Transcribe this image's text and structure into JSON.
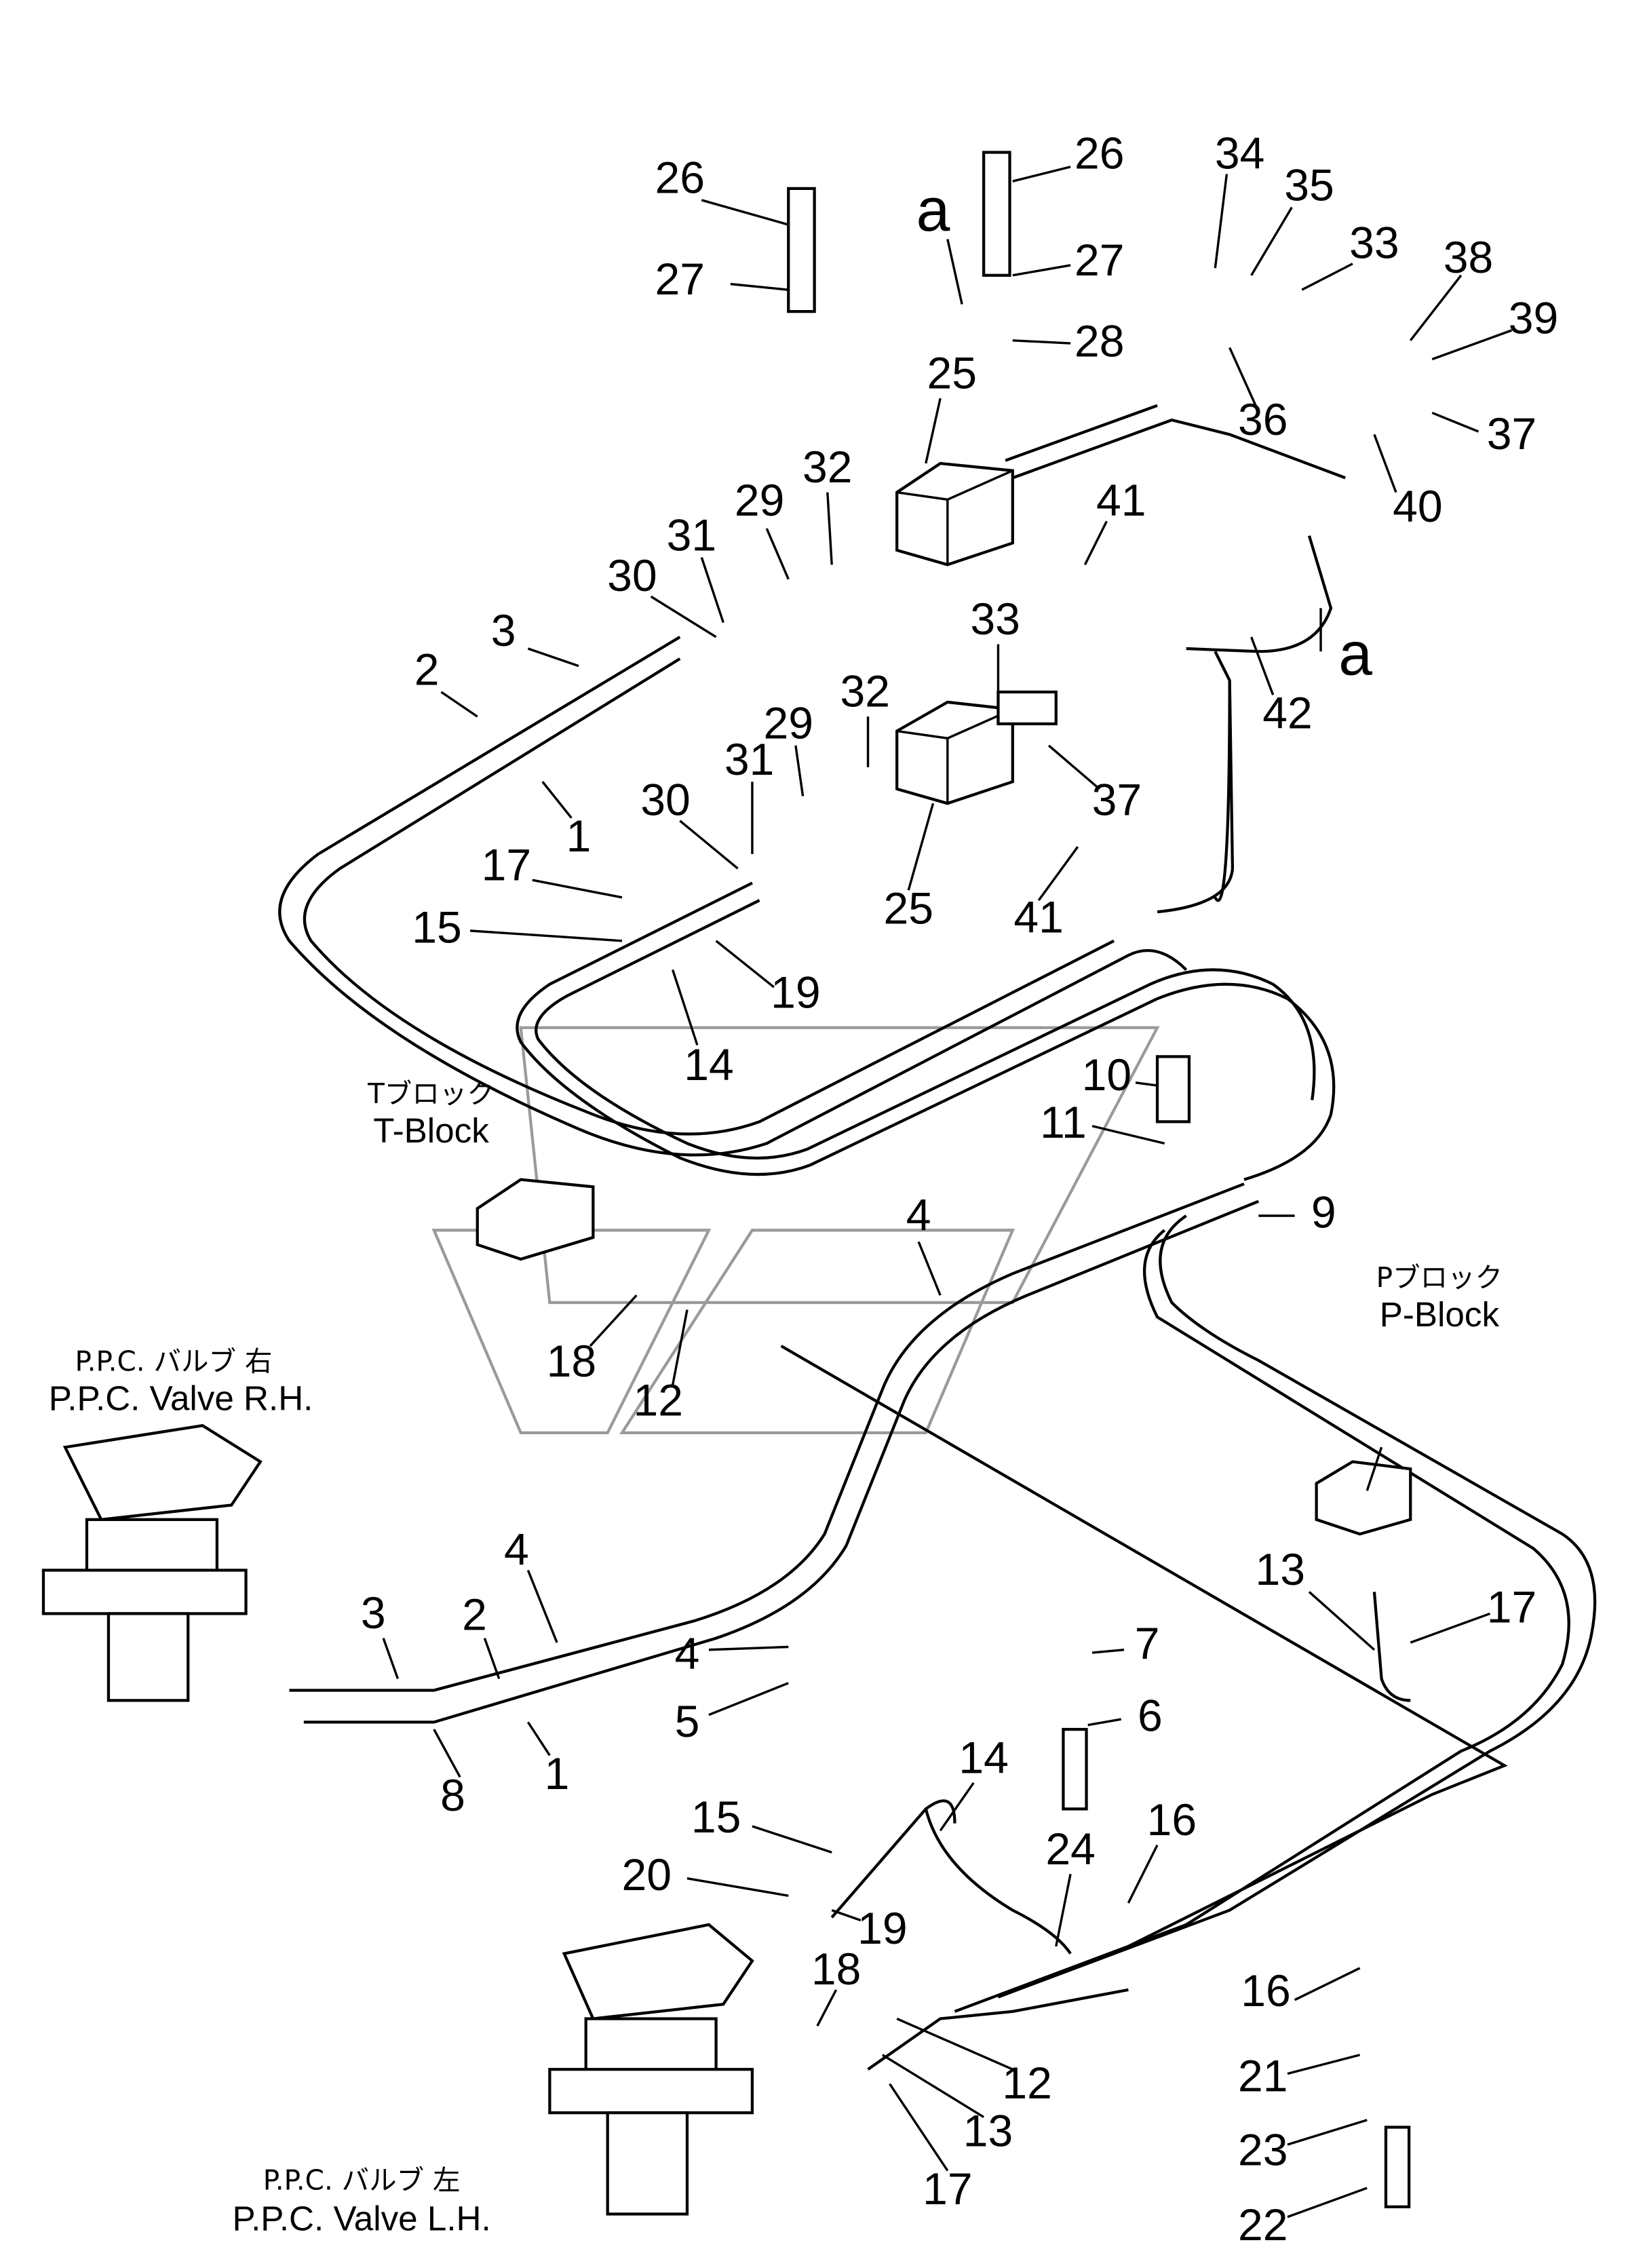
{
  "captions": {
    "t_block_jp": "Tブロック",
    "t_block_en": "T-Block",
    "p_block_jp": "Pブロック",
    "p_block_en": "P-Block",
    "ppc_rh_jp": "P.P.C. バルブ 右",
    "ppc_rh_en": "P.P.C. Valve R.H.",
    "ppc_lh_jp": "P.P.C. バルブ 左",
    "ppc_lh_en": "P.P.C. Valve L.H."
  },
  "view_marker": "a",
  "callouts": [
    "26",
    "27",
    "26",
    "27",
    "28",
    "34",
    "35",
    "33",
    "38",
    "39",
    "36",
    "37",
    "40",
    "25",
    "41",
    "32",
    "29",
    "31",
    "30",
    "3",
    "2",
    "1",
    "42",
    "33",
    "32",
    "29",
    "31",
    "30",
    "37",
    "25",
    "41",
    "17",
    "15",
    "19",
    "14",
    "10",
    "11",
    "9",
    "4",
    "18",
    "12",
    "4",
    "3",
    "2",
    "4",
    "7",
    "5",
    "6",
    "8",
    "1",
    "13",
    "17",
    "14",
    "16",
    "15",
    "20",
    "24",
    "19",
    "18",
    "16",
    "12",
    "21",
    "13",
    "23",
    "17",
    "22"
  ]
}
